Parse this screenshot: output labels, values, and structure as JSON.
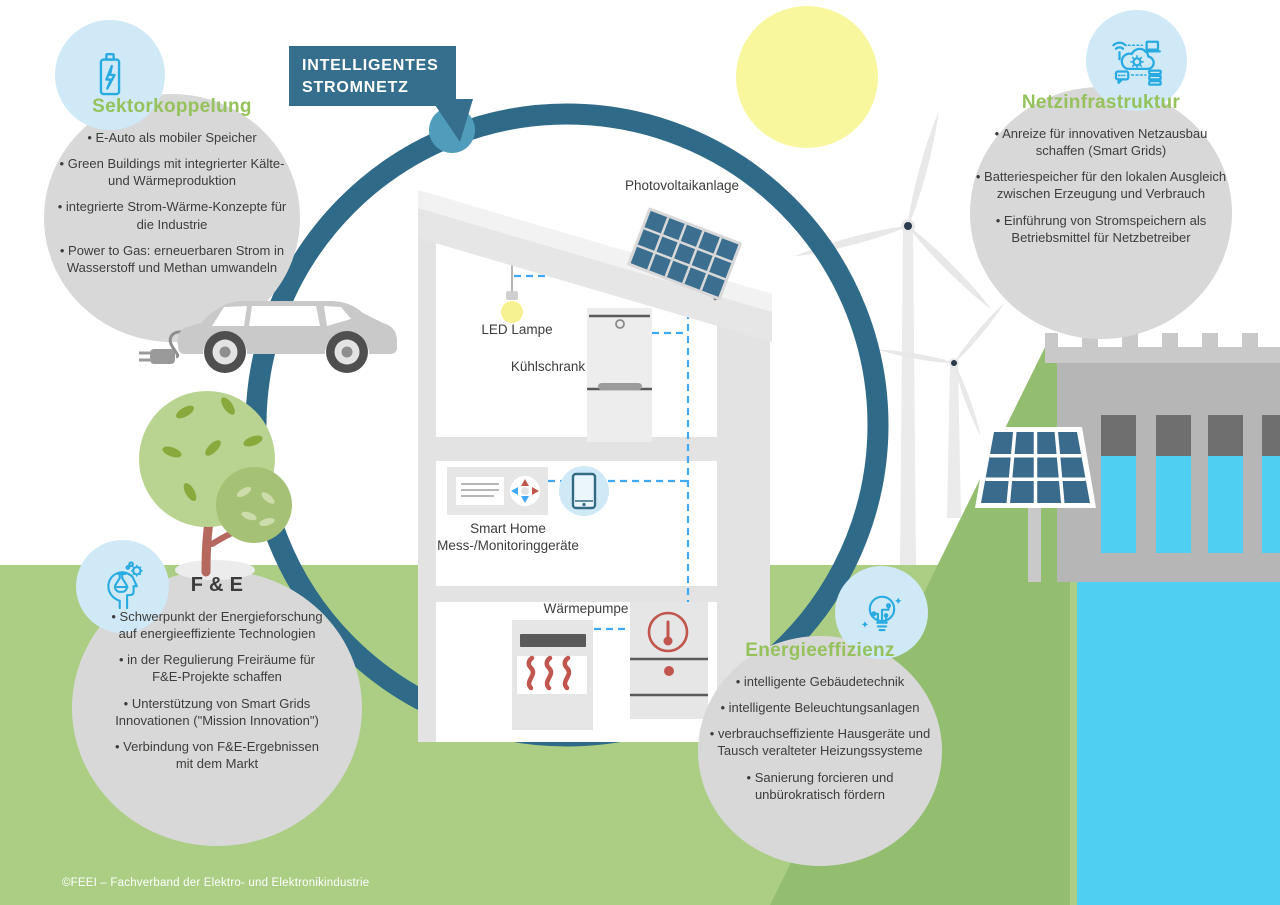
{
  "banner": {
    "line1": "INTELLIGENTES",
    "line2": "STROMNETZ"
  },
  "bubbles": {
    "sektorkoppelung": {
      "title": "Sektorkoppelung",
      "icon": "battery-bolt-icon",
      "items": [
        "E-Auto als mobiler Speicher",
        "Green Buildings mit integrierter Kälte- und Wärmeproduktion",
        "integrierte Strom-Wärme-Konzepte für die Industrie",
        "Power to Gas: erneuerbaren Strom in Wasserstoff und Methan umwandeln"
      ]
    },
    "netzinfrastruktur": {
      "title": "Netzinfrastruktur",
      "icon": "cloud-network-icon",
      "items": [
        "Anreize für innovativen Netzausbau schaffen (Smart Grids)",
        "Batteriespeicher für den lokalen Ausgleich zwischen Erzeugung und Verbrauch",
        "Einführung von Stromspeichern als Betriebsmittel für Netzbetreiber"
      ]
    },
    "fe": {
      "title": "F & E",
      "icon": "research-head-icon",
      "items": [
        "Schwerpunkt der Energieforschung auf energieeffiziente Technologien",
        "in der Regulierung Freiräume für F&E-Projekte schaffen",
        "Unterstützung von Smart Grids Innovationen (\"Mission Innovation\")",
        "Verbindung von F&E-Ergebnissen mit dem Markt"
      ]
    },
    "energieeffizienz": {
      "title": "Energieeffizienz",
      "icon": "smart-bulb-icon",
      "items": [
        "intelligente Gebäudetechnik",
        "intelligente Beleuchtungsanlagen",
        "verbrauchseffiziente Hausgeräte und Tausch veralteter Heizungssysteme",
        "Sanierung forcieren und unbürokratisch fördern"
      ]
    }
  },
  "house": {
    "photovoltaik": "Photovoltaikanlage",
    "led": "LED Lampe",
    "fridge": "Kühlschrank",
    "smart_home": "Smart Home",
    "monitoring": "Mess-/Monitoringgeräte",
    "heat_pump": "Wärmepumpe"
  },
  "footer": {
    "copyright": "©FEEI – Fachverband der Elektro- und Elektronikindustrie"
  },
  "colors": {
    "accent_green": "#95c25c",
    "ring_teal": "#2f6b88",
    "banner_teal": "#366f8d",
    "node_blue": "#4f9dba",
    "bubble_gray": "#d8d8d8",
    "icon_circle_blue": "#cfe9f7",
    "icon_stroke_blue": "#29abe2",
    "dashed_line_blue": "#3fa9f5",
    "sun_yellow": "#f8f79e",
    "grass_light": "#abce84",
    "hill_green": "#93be70",
    "water_cyan": "#4fd0f3",
    "heat_red": "#c0564e",
    "panel_teal": "#3a6b8c",
    "text_dark": "#3d3d3b"
  }
}
